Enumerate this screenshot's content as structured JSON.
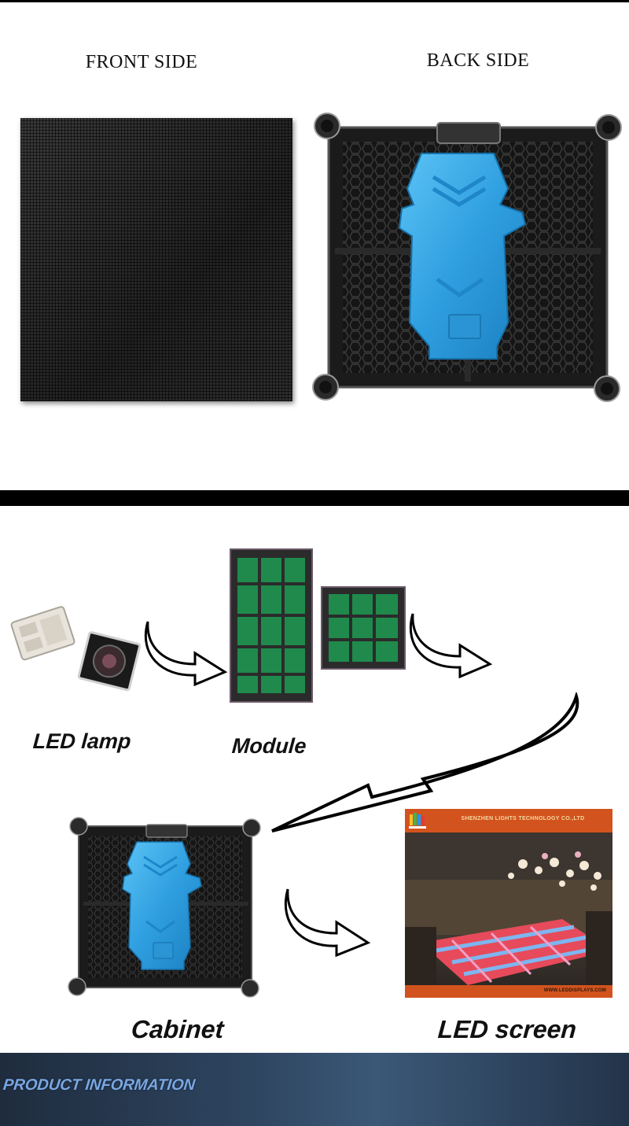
{
  "top": {
    "front_title": "FRONT SIDE",
    "back_title": "BACK SIDE"
  },
  "flow": {
    "lamp_label": "LED lamp",
    "module_label": "Module",
    "cabinet_label": "Cabinet",
    "screen_label": "LED screen"
  },
  "screen_photo": {
    "company": "SHENZHEN LIGHTS TECHNOLOGY CO.,LTD",
    "url": "WWW.LEDDISPLAYS.COM"
  },
  "footer": {
    "title": "PRODUCT INFORMATION"
  },
  "colors": {
    "cabinet_blue": "#2f9fe0",
    "cabinet_frame": "#1b1b1b",
    "pcb_green": "#1f8a4c",
    "banner": "#2e4560"
  }
}
